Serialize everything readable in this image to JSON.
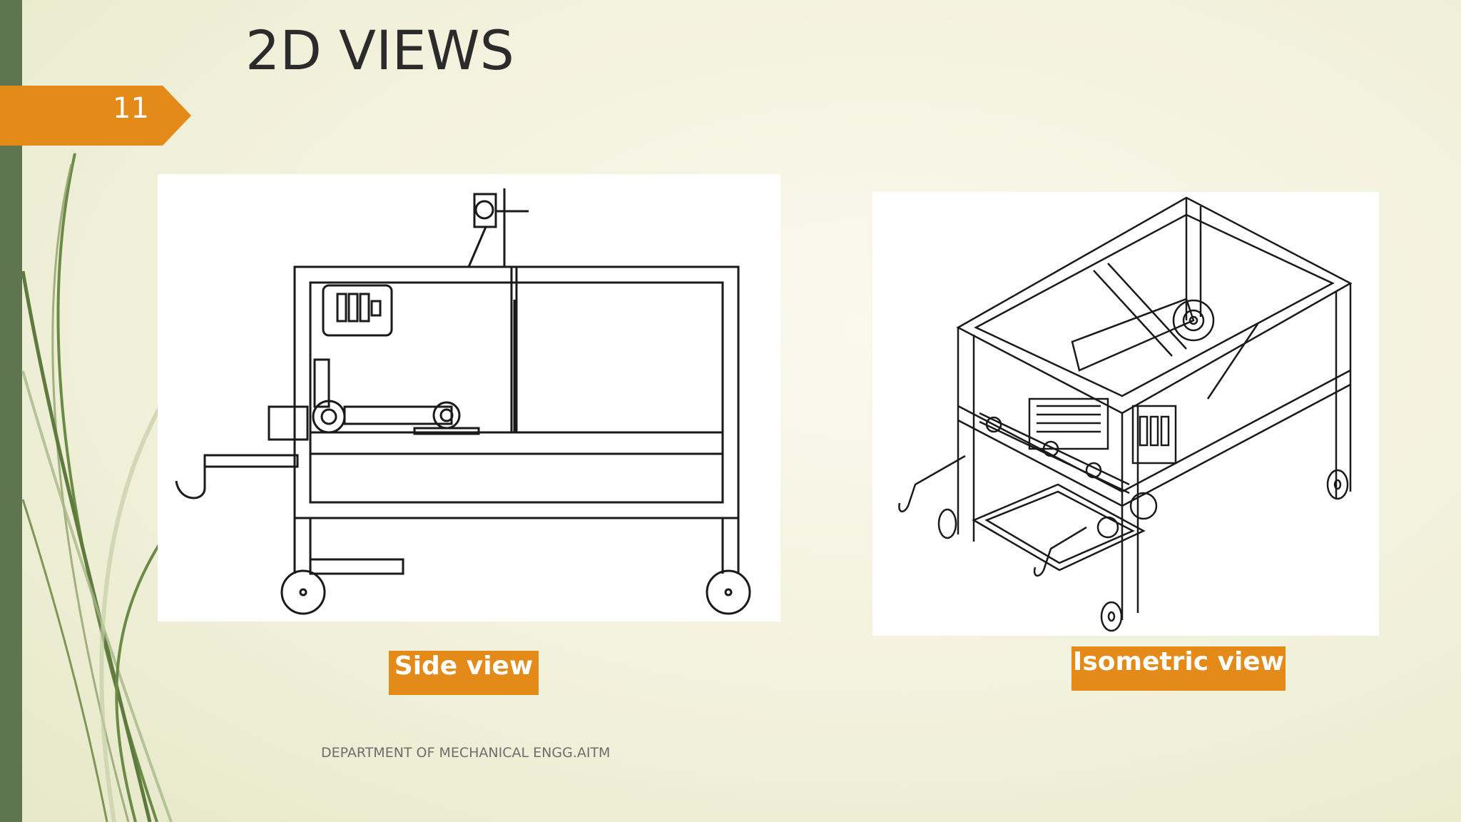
{
  "slide": {
    "number": "11",
    "title": "2D VIEWS",
    "footer": "DEPARTMENT OF MECHANICAL ENGG.AITM"
  },
  "figures": [
    {
      "caption": "Side view",
      "drawing": "side-view-drawing"
    },
    {
      "caption": "Isometric view",
      "drawing": "isometric-view-drawing"
    }
  ],
  "colors": {
    "accent": "#e38a18",
    "left_bar": "#5f7550",
    "leaf_green": "#6b8a45",
    "background": "#f5f4e3"
  }
}
